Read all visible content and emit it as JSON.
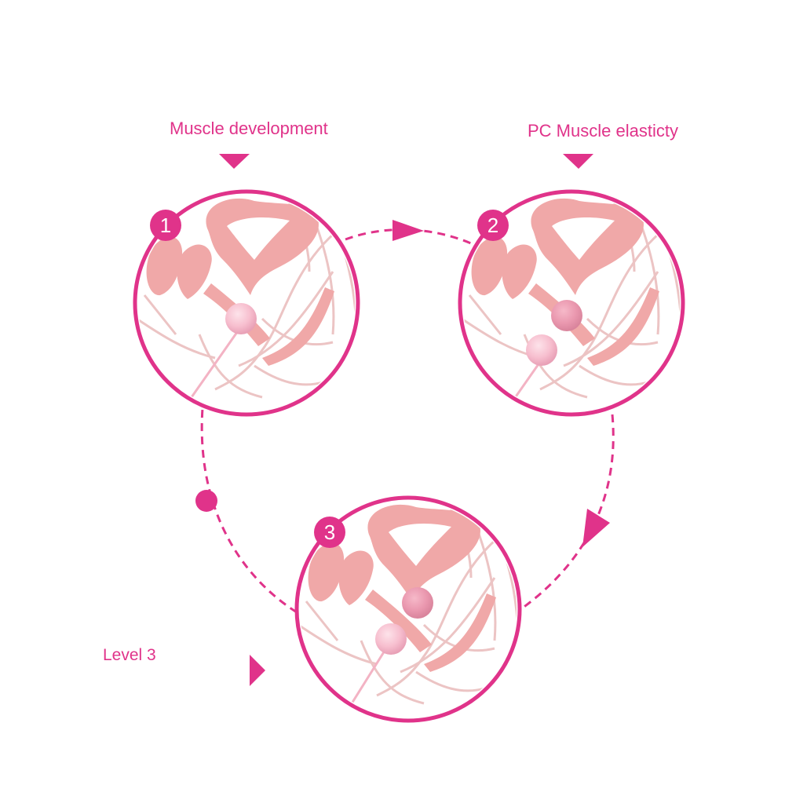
{
  "labels": {
    "stage_1": "Muscle development",
    "stage_2": "PC Muscle elasticty",
    "stage_3": "Level 3"
  },
  "stages": [
    {
      "number": "1",
      "balls": 1
    },
    {
      "number": "2",
      "balls": 2
    },
    {
      "number": "3",
      "balls": 2
    }
  ],
  "colors": {
    "accent": "#e0338a",
    "organ_fill": "#f0a8a8",
    "outline": "#ecc4c4",
    "ball": "#f7c1d0"
  }
}
